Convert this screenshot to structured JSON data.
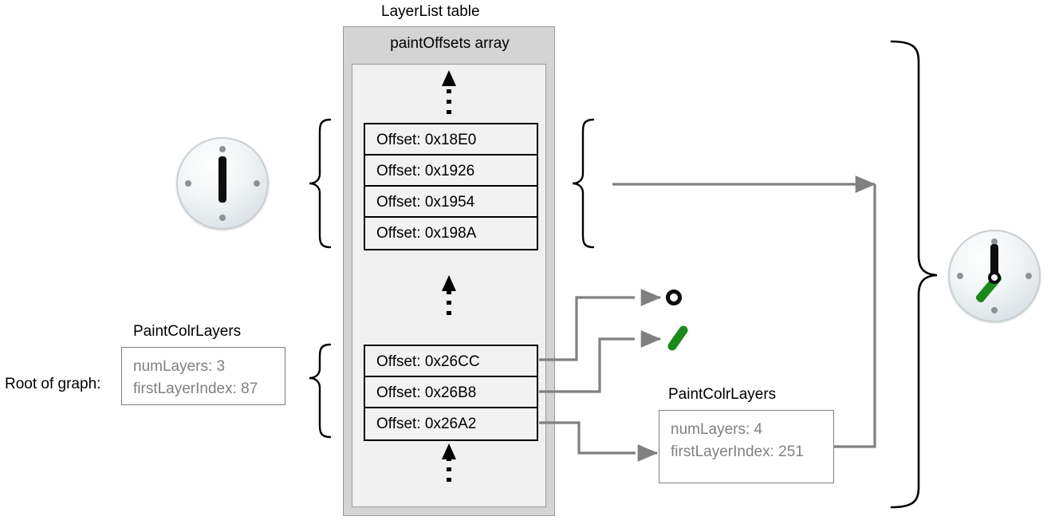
{
  "diagram": {
    "layerlist": {
      "title": "LayerList table",
      "array_title": "paintOffsets array",
      "offsets_top": [
        "Offset: 0x18E0",
        "Offset: 0x1926",
        "Offset: 0x1954",
        "Offset: 0x198A"
      ],
      "offsets_bottom": [
        "Offset: 0x26CC",
        "Offset: 0x26B8",
        "Offset: 0x26A2"
      ]
    },
    "root_label": "Root of graph:",
    "paint_colr_layers_left": {
      "title": "PaintColrLayers",
      "num_layers": "numLayers: 3",
      "first_layer_index": "firstLayerIndex: 87"
    },
    "paint_colr_layers_right": {
      "title": "PaintColrLayers",
      "num_layers": "numLayers: 4",
      "first_layer_index": "firstLayerIndex: 251"
    },
    "glyph_icons": {
      "ring": "clock-hub-ring-icon",
      "green_bar": "clock-minute-hand-icon"
    },
    "clocks": {
      "left": "clock-face-hour-hand-icon",
      "right": "clock-face-composed-icon"
    },
    "colors": {
      "green": "#1a8a1a",
      "connector_gray": "#808080",
      "panel_gray": "#d4d4d4",
      "inner_panel": "#f0f0f0",
      "row_fill": "#f2f2f2",
      "box_border": "#808080",
      "value_text": "#808080"
    }
  }
}
